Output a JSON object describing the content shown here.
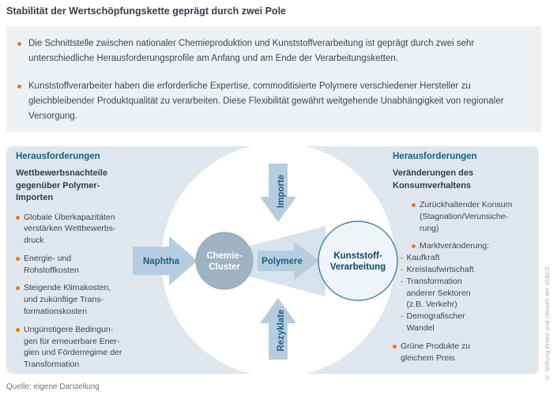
{
  "theme": {
    "accent-orange": "#e87a1e",
    "teal-heading": "#0f6580",
    "panel-bg": "#dfe6ec",
    "box-bg": "#eef1f4",
    "arrow-fill": "#b5cdde",
    "funnel-fill": "#d6e2ed",
    "node1-fill": "#9db3c1",
    "node2-stroke": "#4b7f99"
  },
  "page": {
    "title": "Stabilität der Wertschöpfungskette geprägt durch zwei Pole",
    "source": "Quelle: eigene Darstellung",
    "copyright": "© Stiftung Arbeit und Umwelt der IGBCE"
  },
  "key_messages": {
    "bullets": [
      "Die Schnittstelle zwischen nationaler Chemieproduktion und Kunststoffverarbeitung ist geprägt durch zwei sehr unterschiedliche Herausforderungsprofile am Anfang und am Ende der Verarbeitungsketten.",
      "Kunststoffverarbeiter haben die erforderliche Expertise, commoditisierte Polymere verschiedener Hersteller zu gleichbleibender Produktqualität zu verarbeiten. Diese Flexibilität gewährt weitgehende Unabhängigkeit von regionaler Versorgung."
    ]
  },
  "diagram": {
    "left_panel": {
      "heading": "Herausforderungen",
      "subheading": "Wettbewerbsnachteile\ngegenüber Polymer-\nImporten",
      "bullets": [
        "Globale Überkapazitäten\nverstärken Wettbewerbs-\ndruck",
        "Energie- und\nRohstoffkosten",
        "Steigende Klimakosten,\nund zukünftige Trans-\nformationskosten",
        "Ungünstigere Bedingun-\ngen für erneuerbare Ener-\ngien und Förderregime der\nTransformation"
      ]
    },
    "right_panel": {
      "heading": "Herausforderungen",
      "subheading": "Veränderungen des\nKonsumverhaltens",
      "bullets": [
        {
          "text": "Zurückhaltender Konsum\n(Stagnation/Verunsiche-\nrung)"
        },
        {
          "text": "Marktveränderung:",
          "sub_items": [
            "Kaufkraft",
            "Kreislaufwirtschaft",
            "Transformation\nanderer Sektoren\n(z.B. Verkehr)",
            "Demografischer\nWandel"
          ]
        },
        {
          "text": "Grüne Produkte zu\ngleichem Preis"
        }
      ]
    },
    "flow": {
      "input_label": "Naphtha",
      "node1_line1": "Chemie-",
      "node1_line2": "Cluster",
      "mid_label": "Polymere",
      "node2_line1": "Kunststoff-",
      "node2_line2": "Verarbeitung",
      "top_arrow_label": "Importe",
      "bottom_arrow_label": "Rezyklate"
    }
  }
}
